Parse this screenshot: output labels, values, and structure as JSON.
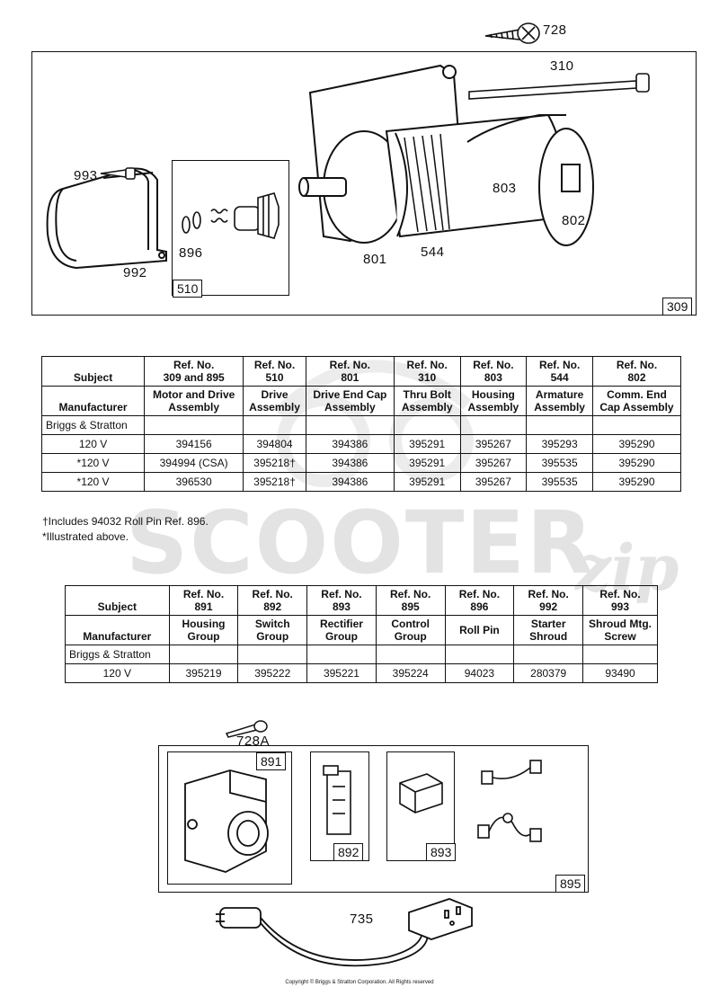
{
  "watermark": {
    "brand": "SCOOTER",
    "suffix": "zip"
  },
  "diagram_top": {
    "refs": {
      "r728": "728",
      "r310": "310",
      "r993": "993",
      "r896": "896",
      "r992": "992",
      "r510": "510",
      "r801": "801",
      "r544": "544",
      "r803": "803",
      "r802": "802",
      "r309": "309"
    }
  },
  "table1": {
    "header": {
      "subject": "Subject",
      "manufacturer": "Manufacturer",
      "cols": [
        {
          "ref_label": "Ref. No.",
          "ref": "309 and 895",
          "desc": "Motor and Drive Assembly"
        },
        {
          "ref_label": "Ref. No.",
          "ref": "510",
          "desc": "Drive Assembly"
        },
        {
          "ref_label": "Ref. No.",
          "ref": "801",
          "desc": "Drive End Cap Assembly"
        },
        {
          "ref_label": "Ref. No.",
          "ref": "310",
          "desc": "Thru Bolt Assembly"
        },
        {
          "ref_label": "Ref. No.",
          "ref": "803",
          "desc": "Housing Assembly"
        },
        {
          "ref_label": "Ref. No.",
          "ref": "544",
          "desc": "Armature Assembly"
        },
        {
          "ref_label": "Ref. No.",
          "ref": "802",
          "desc": "Comm. End Cap Assembly"
        }
      ]
    },
    "manufacturer_name": "Briggs & Stratton",
    "rows": [
      {
        "subject": "120 V",
        "values": [
          "394156",
          "394804",
          "394386",
          "395291",
          "395267",
          "395293",
          "395290"
        ]
      },
      {
        "subject": "*120 V",
        "values": [
          "394994 (CSA)",
          "395218†",
          "394386",
          "395291",
          "395267",
          "395535",
          "395290"
        ]
      },
      {
        "subject": "*120 V",
        "values": [
          "396530",
          "395218†",
          "394386",
          "395291",
          "395267",
          "395535",
          "395290"
        ]
      }
    ]
  },
  "notes": {
    "n1": "†Includes 94032 Roll Pin Ref. 896.",
    "n2": "*Illustrated above."
  },
  "table2": {
    "header": {
      "subject": "Subject",
      "manufacturer": "Manufacturer",
      "cols": [
        {
          "ref_label": "Ref. No.",
          "ref": "891",
          "desc": "Housing Group"
        },
        {
          "ref_label": "Ref. No.",
          "ref": "892",
          "desc": "Switch Group"
        },
        {
          "ref_label": "Ref. No.",
          "ref": "893",
          "desc": "Rectifier Group"
        },
        {
          "ref_label": "Ref. No.",
          "ref": "895",
          "desc": "Control Group"
        },
        {
          "ref_label": "Ref. No.",
          "ref": "896",
          "desc": "Roll Pin"
        },
        {
          "ref_label": "Ref. No.",
          "ref": "992",
          "desc": "Starter Shroud"
        },
        {
          "ref_label": "Ref. No.",
          "ref": "993",
          "desc": "Shroud Mtg. Screw"
        }
      ]
    },
    "manufacturer_name": "Briggs & Stratton",
    "rows": [
      {
        "subject": "120 V",
        "values": [
          "395219",
          "395222",
          "395221",
          "395224",
          "94023",
          "280379",
          "93490"
        ]
      }
    ]
  },
  "diagram_bottom": {
    "refs": {
      "r728a": "728A",
      "r891": "891",
      "r892": "892",
      "r893": "893",
      "r895": "895",
      "r735": "735"
    }
  },
  "copyright": "Copyright © Briggs & Stratton Corporation. All Rights reserved"
}
